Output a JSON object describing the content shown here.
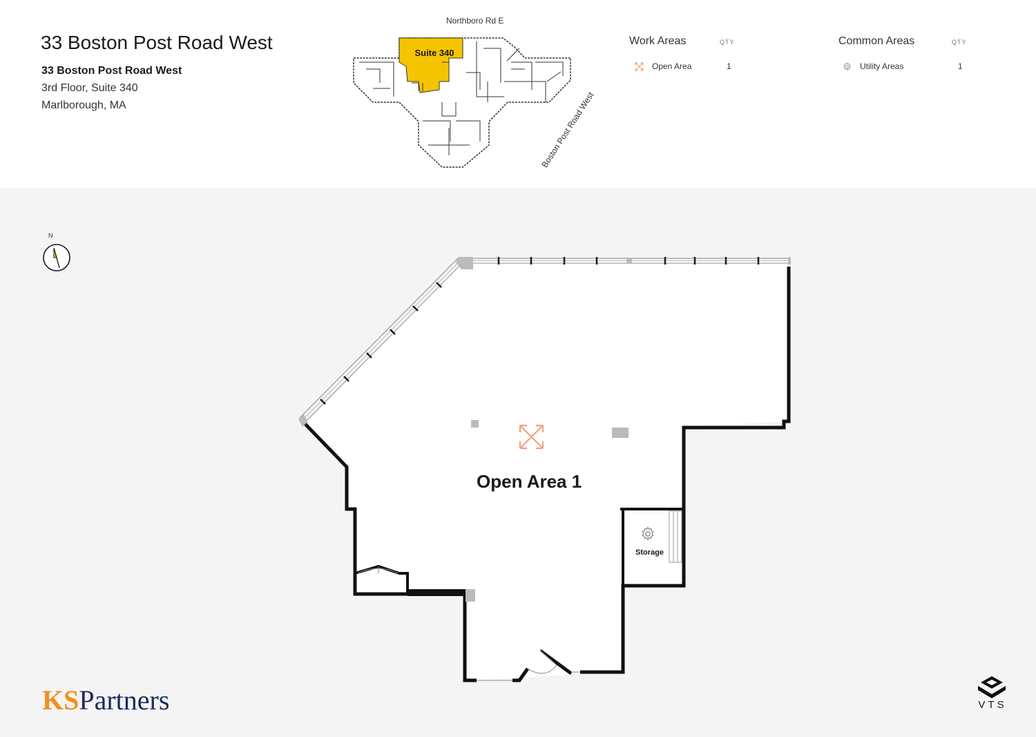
{
  "header": {
    "title": "33 Boston Post Road West",
    "address_name": "33 Boston Post Road West",
    "address_line1": "3rd Floor, Suite 340",
    "address_line2": "Marlborough, MA"
  },
  "keyplan": {
    "street_north": "Northboro Rd E",
    "street_diagonal": "Boston Post Road West",
    "suite_label": "Suite 340",
    "highlight_color": "#f5c400"
  },
  "legend": {
    "work_areas": {
      "title": "Work Areas",
      "qty_header": "QTY",
      "items": [
        {
          "label": "Open Area",
          "qty": "1",
          "icon": "expand-arrows-icon",
          "color": "#f0a27e"
        }
      ]
    },
    "common_areas": {
      "title": "Common Areas",
      "qty_header": "QTY",
      "items": [
        {
          "label": "Utility Areas",
          "qty": "1",
          "icon": "gear-icon",
          "color": "#999999"
        }
      ]
    }
  },
  "floorplan": {
    "compass_label": "N",
    "open_area_label": "Open Area 1",
    "storage_label": "Storage",
    "accent_color": "#f0a27e"
  },
  "branding": {
    "ks": "KS",
    "partners": "Partners",
    "vts": "VTS",
    "ks_color": "#f0901e",
    "partners_color": "#1f2a5e"
  }
}
